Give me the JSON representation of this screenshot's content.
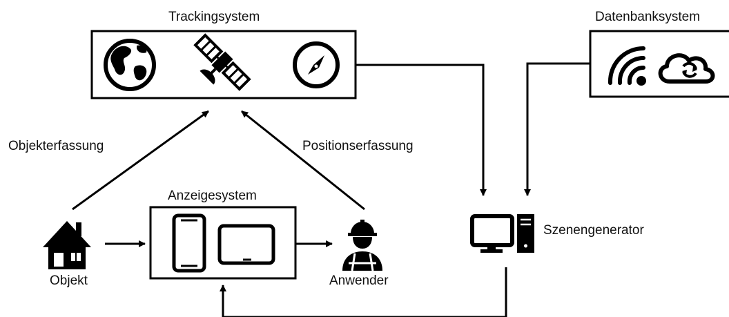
{
  "tracking": {
    "title": "Trackingsystem",
    "icons": [
      "globe-icon",
      "satellite-icon",
      "compass-icon"
    ]
  },
  "database": {
    "title": "Datenbanksystem",
    "icons": [
      "wifi-icon",
      "cloud-sync-icon"
    ]
  },
  "display": {
    "title": "Anzeigesystem",
    "icons": [
      "smartphone-icon",
      "tablet-icon"
    ]
  },
  "labels": {
    "object_capture": "Objekterfassung",
    "position_capture": "Positionserfassung",
    "object": "Objekt",
    "user": "Anwender",
    "scene_generator": "Szenengenerator"
  },
  "colors": {
    "stroke": "#000000",
    "background": "#ffffff"
  }
}
